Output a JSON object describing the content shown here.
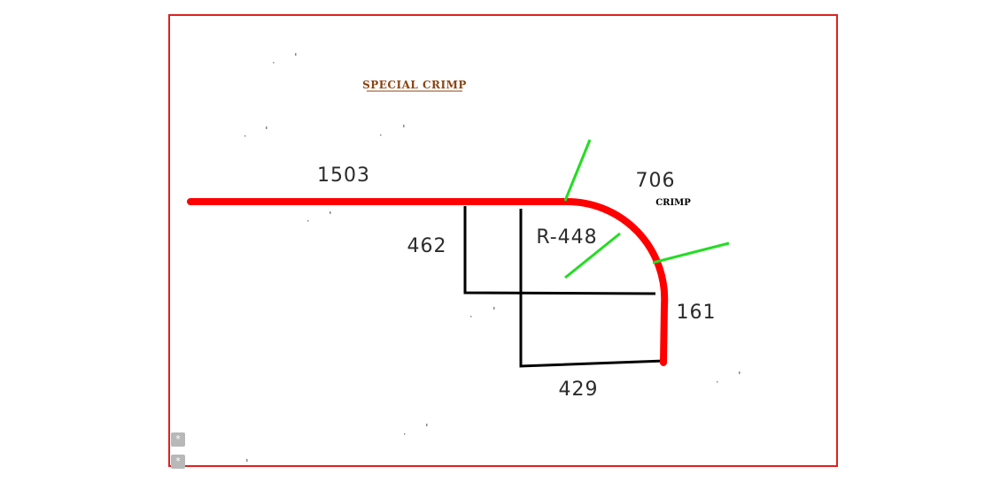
{
  "drawing": {
    "title": "SPECIAL CRIMP",
    "crimp_label": "CRIMP",
    "dimensions": {
      "straight_length": "1503",
      "arc_length": "706",
      "radius": "R-448",
      "inner_height": "462",
      "outer_height": "161",
      "bottom_width": "429"
    }
  },
  "colors": {
    "frame": "#e02020",
    "profile": "#ff0000",
    "dimension_lines": "#000000",
    "crimp_markers": "#22dd22",
    "title_text": "#8b4513"
  },
  "side_buttons": [
    {
      "icon": "expand-icon",
      "glyph": "*"
    },
    {
      "icon": "expand-icon",
      "glyph": "*"
    }
  ]
}
